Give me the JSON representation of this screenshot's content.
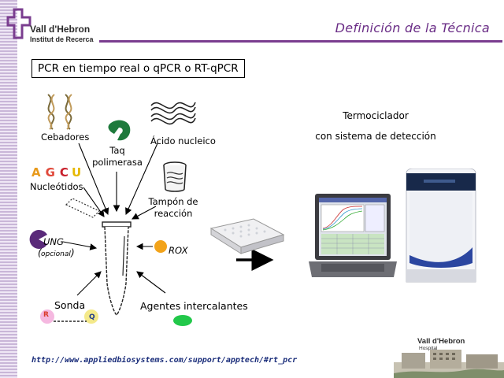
{
  "header": {
    "logo_name": "Vall d'Hebron",
    "logo_sub": "Institut de Recerca",
    "title": "Definición de la Técnica",
    "accent_color": "#6a2d86"
  },
  "main": {
    "boxed_title": "PCR en tiempo real o qPCR o RT-qPCR",
    "components": {
      "primers": "Cebadores",
      "taq_line1": "Taq",
      "taq_line2": "polimerasa",
      "nucleic_acid": "Ácido nucleico",
      "nucleotides_letters": [
        "A",
        "G",
        "C",
        "U"
      ],
      "nucleotides_colors": [
        "#e89a1c",
        "#e0483a",
        "#c8202c",
        "#e6b800"
      ],
      "nucleotides": "Nucleótidos",
      "buffer_line1": "Tampón de",
      "buffer_line2": "reacción",
      "ung": "UNG",
      "optional": "opcional",
      "rox": "ROX",
      "probe": "Sonda",
      "probe_r": "R",
      "probe_q": "Q",
      "intercalating": "Agentes intercalantes"
    },
    "thermocycler_line1": "Termociclador",
    "thermocycler_line2": "con sistema de detección"
  },
  "footer": {
    "url": "http://www.appliedbiosystems.com/support/apptech/#rt_pcr",
    "hospital_name": "Vall d'Hebron",
    "hospital_sub": "Hospital"
  }
}
